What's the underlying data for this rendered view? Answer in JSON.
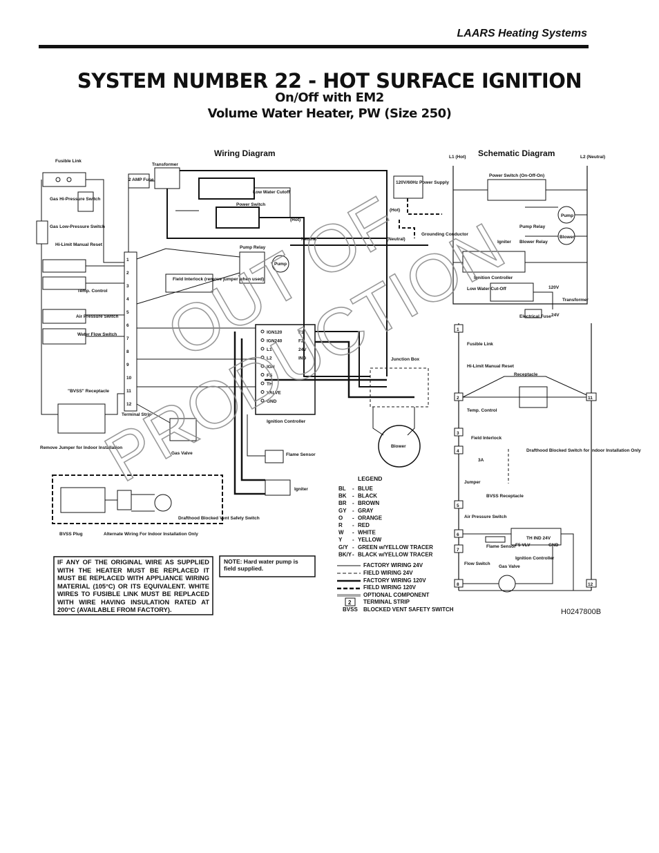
{
  "header": {
    "brand": "LAARS Heating Systems"
  },
  "titles": {
    "main": "SYSTEM NUMBER 22 - HOT SURFACE IGNITION",
    "sub1": "On/Off with EM2",
    "sub2": "Volume Water Heater, PW (Size 250)"
  },
  "wiring": {
    "heading": "Wiring Diagram",
    "labels": {
      "fusible_link": "Fusible Link",
      "gas_hi": "Gas Hi-Pressure Switch",
      "gas_low": "Gas Low-Pressure Switch",
      "hi_limit": "Hi-Limit Manual Reset",
      "temp_control": "Temp. Control",
      "air_pressure": "Air Pressure Switch",
      "water_flow": "Water Flow Switch",
      "bvss_receptacle": "\"BVSS\" Receptacle",
      "remove_jumper": "Remove Jumper for Indoor Installation",
      "transformer": "Transformer",
      "fuse": "2 AMP Fuse",
      "low_water_cutoff": "Low Water Cutoff",
      "power_switch": "Power Switch",
      "power_supply": "120V/60Hz Power Supply",
      "hot": "(Hot)",
      "neutral": "Neutral",
      "neutral_paren": "(Neutral)",
      "grounding": "Grounding Conductor",
      "pump_relay": "Pump Relay",
      "pump": "Pump",
      "field_interlock": "Field Interlock (remove jumper when used)",
      "terminal_strip": "Terminal Strip",
      "gas_valve": "Gas Valve",
      "ignition_controller": "Ignition Controller",
      "junction_box": "Junction Box",
      "blower": "Blower",
      "flame_sensor": "Flame Sensor",
      "igniter": "Igniter",
      "bvss_plug": "BVSS Plug",
      "alt_wiring": "Alternate Wiring For Indoor Installation Only",
      "drafthood": "Drafthood Blocked Vent Safety Switch"
    },
    "ic_terminals": [
      "IGN120",
      "IGN240",
      "L1",
      "L2",
      "IGN",
      "FS",
      "TH",
      "VALVE",
      "GND"
    ],
    "ic_right": [
      "F1",
      "F2",
      "24V",
      "IND"
    ],
    "ts_numbers": [
      "1",
      "2",
      "3",
      "4",
      "5",
      "6",
      "7",
      "8",
      "9",
      "10",
      "11",
      "12"
    ]
  },
  "schematic": {
    "heading": "Schematic Diagram",
    "l1": "L1 (Hot)",
    "l2": "L2 (Neutral)",
    "labels": {
      "power_switch": "Power Switch (On-Off-On)",
      "pump": "Pump",
      "pump_relay": "Pump Relay",
      "blower": "Blower",
      "blower_relay": "Blower Relay",
      "igniter": "Igniter",
      "ignition_controller": "Ignition Controller",
      "low_water": "Low Water Cut-Off",
      "v120": "120V",
      "transformer": "Transformer",
      "fuse": "Electrical Fuse",
      "v24": "24V",
      "fusible_link": "Fusible Link",
      "hi_limit": "Hi-Limit Manual Reset",
      "receptacle": "Receptacle",
      "temp_control": "Temp. Control",
      "field_interlock": "Field Interlock",
      "drafthood": "Drafthood Blocked Switch for Indoor Installation Only",
      "bvss_receptacle": "BVSS Receptacle",
      "jumper": "Jumper",
      "air_pressure": "Air Pressure Switch",
      "flame_sensor": "Flame Sensor",
      "flow_switch": "Flow Switch",
      "gas_valve": "Gas Valve",
      "ic_terms": "TH IND 24V",
      "vlv": "F5 VLV",
      "gnd": "GND",
      "a3": "3A"
    },
    "nodes": [
      "1",
      "2",
      "3",
      "4",
      "5",
      "6",
      "7",
      "8",
      "11",
      "12"
    ]
  },
  "legend": {
    "heading": "LEGEND",
    "colors": [
      {
        "code": "BL",
        "name": "BLUE"
      },
      {
        "code": "BK",
        "name": "BLACK"
      },
      {
        "code": "BR",
        "name": "BROWN"
      },
      {
        "code": "GY",
        "name": "GRAY"
      },
      {
        "code": "O",
        "name": "ORANGE"
      },
      {
        "code": "R",
        "name": "RED"
      },
      {
        "code": "W",
        "name": "WHITE"
      },
      {
        "code": "Y",
        "name": "YELLOW"
      },
      {
        "code": "G/Y",
        "name": "GREEN w/YELLOW TRACER"
      },
      {
        "code": "BK/Y",
        "name": "BLACK w/YELLOW TRACER"
      }
    ],
    "lines": [
      "FACTORY WIRING 24V",
      "FIELD WIRING 24V",
      "FACTORY WIRING 120V",
      "FIELD WIRING 120V",
      "OPTIONAL COMPONENT",
      "TERMINAL STRIP",
      "BLOCKED VENT SAFETY SWITCH"
    ],
    "bvss": "BVSS",
    "ts_num": "2"
  },
  "notes": {
    "warning": "IF ANY OF THE ORIGINAL WIRE AS SUPPLIED WITH THE HEATER MUST BE REPLACED IT MUST BE REPLACED WITH APPLIANCE WIRING MATERIAL (105°C) OR ITS EQUIVALENT. WHITE WIRES TO FUSIBLE LINK MUST BE REPLACED WITH WIRE HAVING INSULATION RATED AT 200°C (AVAILABLE FROM FACTORY).",
    "pump_note": "NOTE: Hard water pump is field supplied."
  },
  "watermark": {
    "line1": "OUT OF",
    "line2": "PRODUCTION"
  },
  "doc_id": "H0247800B"
}
